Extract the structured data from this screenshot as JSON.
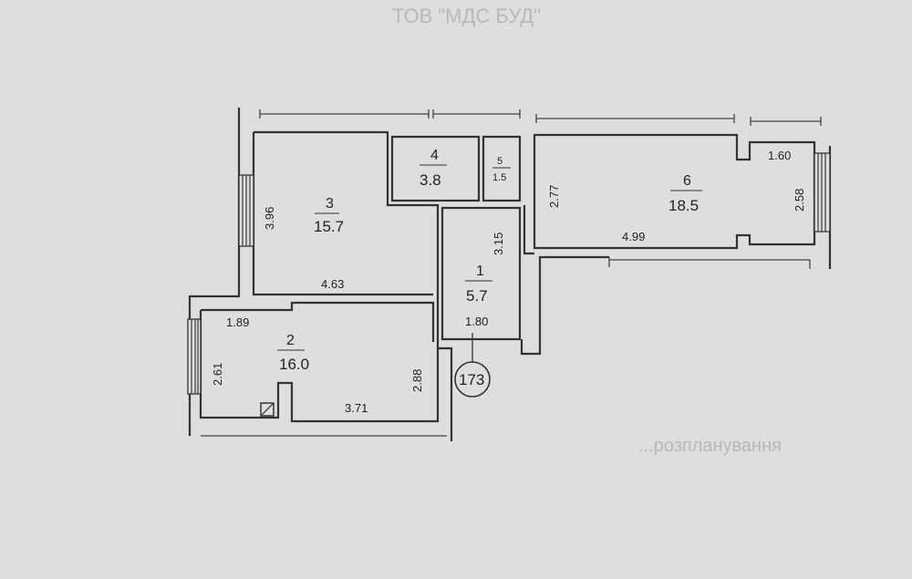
{
  "header_text": "ТОВ \"МДС БУД\"",
  "rooms": [
    {
      "id": "1",
      "number": "1",
      "area": "5.7"
    },
    {
      "id": "2",
      "number": "2",
      "area": "16.0"
    },
    {
      "id": "3",
      "number": "3",
      "area": "15.7"
    },
    {
      "id": "4",
      "number": "4",
      "area": "3.8"
    },
    {
      "id": "5",
      "number": "5",
      "area": "1.5"
    },
    {
      "id": "6",
      "number": "6",
      "area": "18.5"
    }
  ],
  "dimensions": {
    "room3_height": "3.96",
    "room3_width": "4.63",
    "room1_height": "3.15",
    "room1_width": "1.80",
    "room2_top": "1.89",
    "room2_left": "2.61",
    "room2_right": "2.88",
    "room2_bottom": "3.71",
    "room6_left": "2.77",
    "room6_bottom": "4.99",
    "room6_top": "1.60",
    "room6_right": "2.58"
  },
  "apartment_number": "173",
  "faint_text": "...розпланування"
}
